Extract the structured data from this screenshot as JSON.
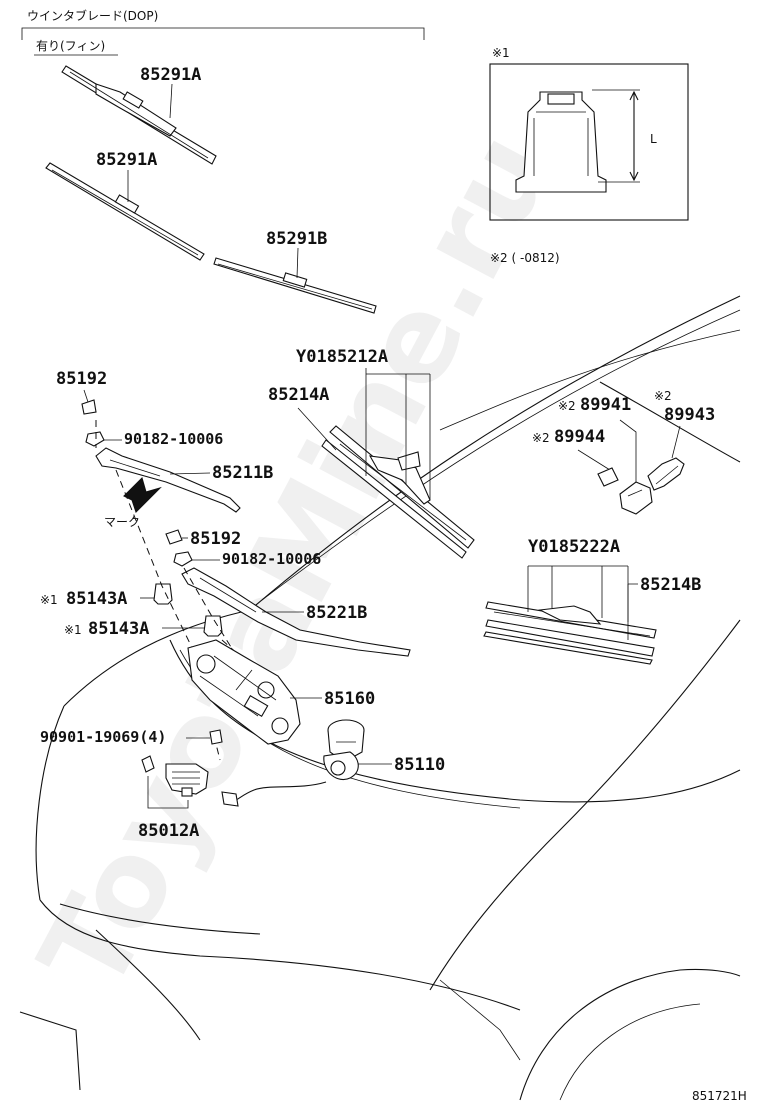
{
  "header": {
    "group_title": "ウインタブレード(DOP)",
    "subgroup": "有り(フィン)"
  },
  "notes": {
    "note1_mark": "※1",
    "note1_dim": "L",
    "note2_text": "※2 (      -0812)"
  },
  "labels": {
    "blade_1": "85291A",
    "blade_2": "85291A",
    "blade_3": "85291B",
    "cap_1": "85192",
    "nut_1": "90182-10006",
    "arm_1": "85211B",
    "mark": "マーク",
    "cap_2": "85192",
    "nut_2": "90182-10006",
    "pivot_1": "85143A",
    "pivot_1_mark": "※1",
    "arm_2": "85221B",
    "pivot_2": "85143A",
    "pivot_2_mark": "※1",
    "linkage": "85160",
    "bolt": "90901-19069(4)",
    "motor": "85110",
    "connector": "85012A",
    "blade_assy_1": "Y0185212A",
    "rubber_1": "85214A",
    "part_89941": "89941",
    "part_89941_mark": "※2",
    "part_89943": "89943",
    "part_89943_mark": "※2",
    "part_89944": "89944",
    "part_89944_mark": "※2",
    "blade_assy_2": "Y0185222A",
    "rubber_2": "85214B"
  },
  "watermark": "ToyotaMine.ru",
  "footer": {
    "diagram_code": "851721H"
  }
}
